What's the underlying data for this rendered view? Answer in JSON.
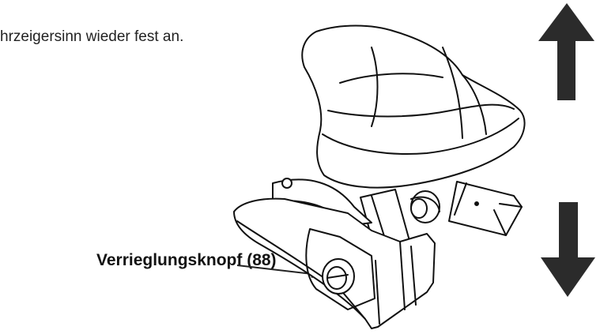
{
  "instruction_text": "hrzeigersinn wieder fest an.",
  "callout_label": "Verrieglungsknopf (88)",
  "icons": {
    "up": "arrow-up-icon",
    "down": "arrow-down-icon",
    "seat": "bike-seat-illustration"
  },
  "colors": {
    "ink": "#222222",
    "arrow": "#2b2b2b",
    "background": "#ffffff"
  }
}
